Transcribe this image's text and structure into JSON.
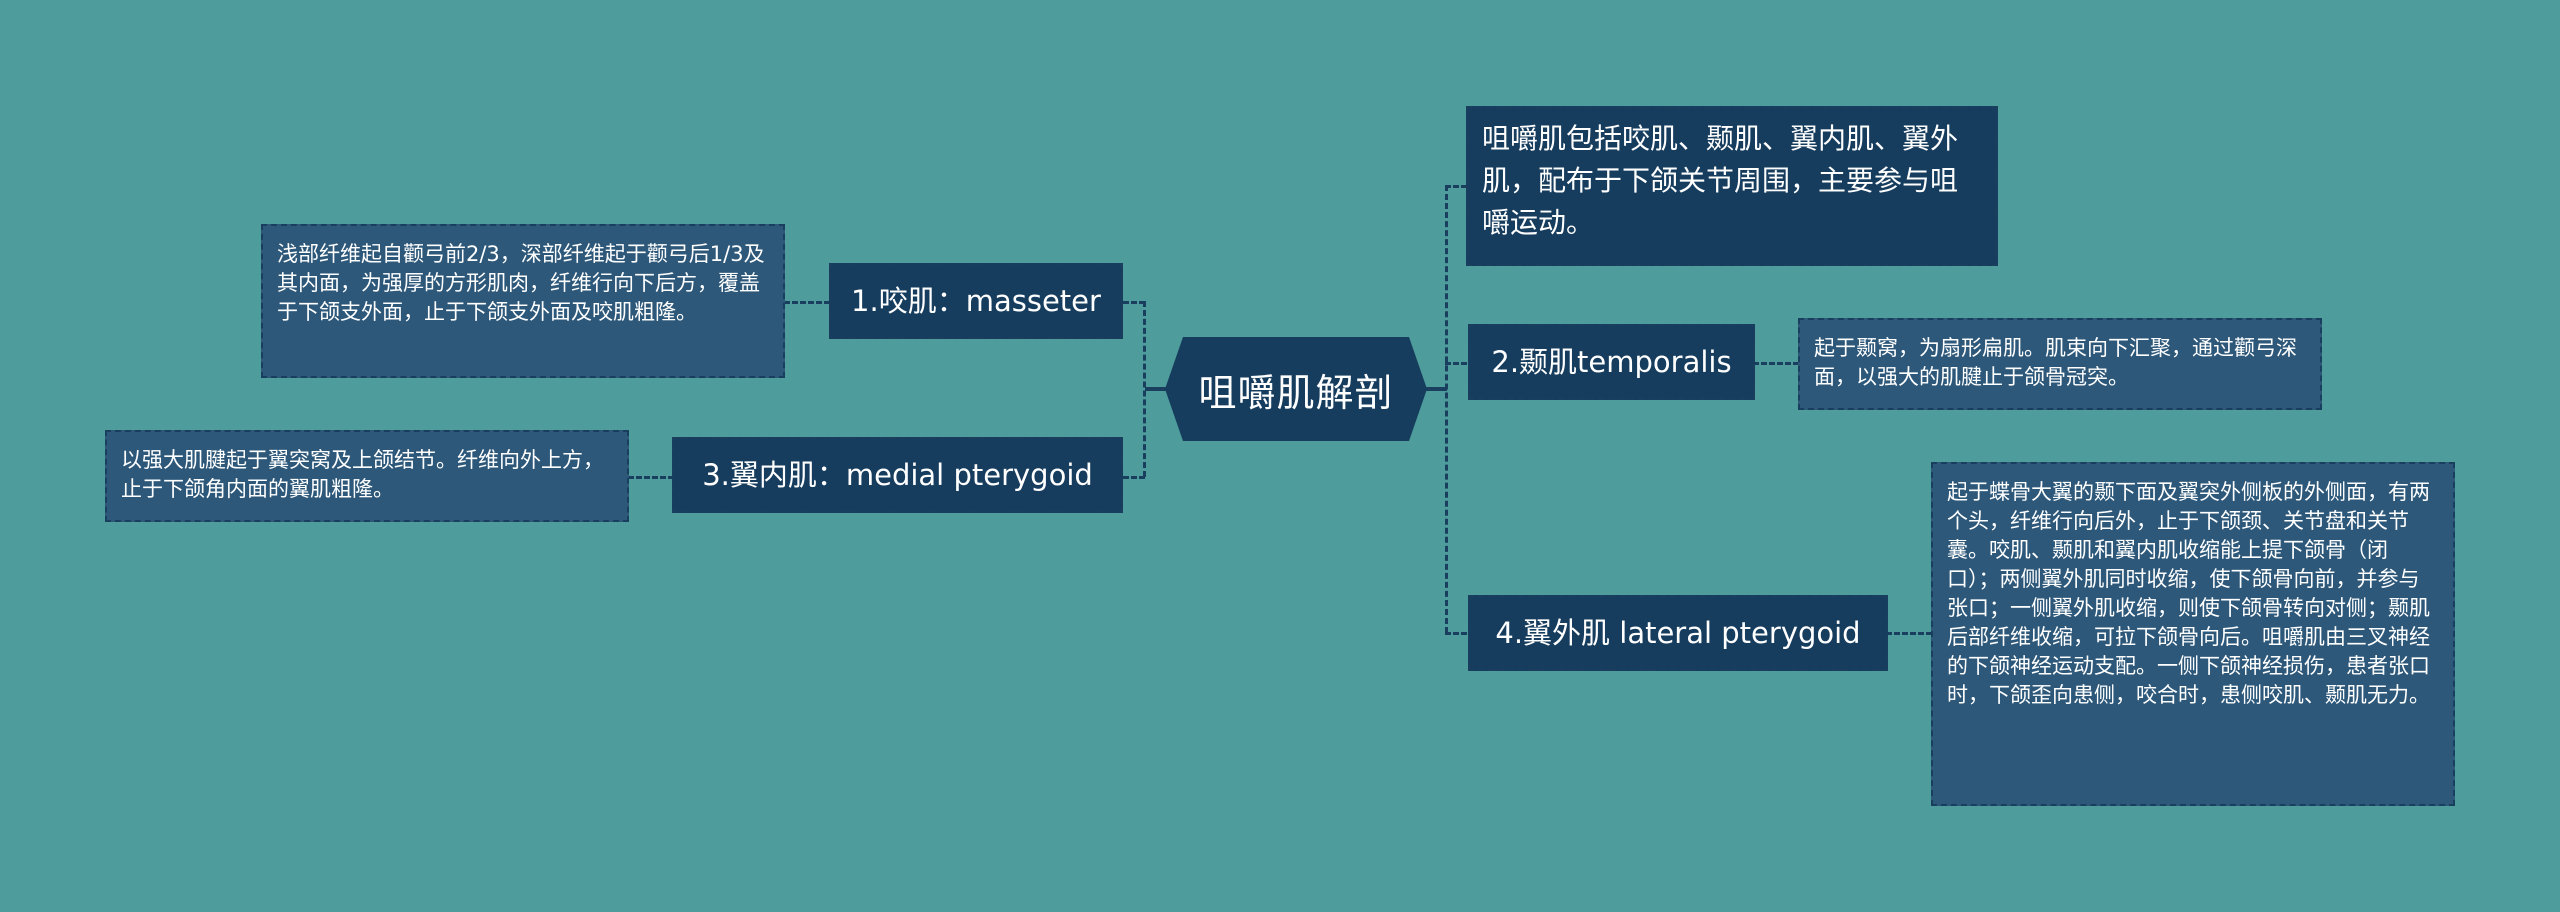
{
  "root": {
    "label": "咀嚼肌解剖"
  },
  "colors": {
    "background": "#4e9c9b",
    "node_dark": "#173d5e",
    "node_detail": "#2d587a",
    "connector": "#1a3f5e",
    "text": "#ffffff"
  },
  "left": {
    "branches": [
      {
        "label": "1.咬肌：masseter",
        "detail": "浅部纤维起自颧弓前2/3，深部纤维起于颧弓后1/3及其内面，为强厚的方形肌肉，纤维行向下后方，覆盖于下颌支外面，止于下颌支外面及咬肌粗隆。"
      },
      {
        "label": "3.翼内肌：medial pterygoid",
        "detail": "以强大肌腱起于翼突窝及上颌结节。纤维向外上方，止于下颌角内面的翼肌粗隆。"
      }
    ]
  },
  "right": {
    "summary": "咀嚼肌包括咬肌、颞肌、翼内肌、翼外肌，配布于下颌关节周围，主要参与咀嚼运动。",
    "branches": [
      {
        "label": "2.颞肌temporalis",
        "detail": "起于颞窝，为扇形扁肌。肌束向下汇聚，通过颧弓深面，以强大的肌腱止于颌骨冠突。"
      },
      {
        "label": "4.翼外肌 lateral pterygoid",
        "detail": "起于蝶骨大翼的颞下面及翼突外侧板的外侧面，有两个头，纤维行向后外，止于下颌颈、关节盘和关节囊。咬肌、颞肌和翼内肌收缩能上提下颌骨（闭口）；两侧翼外肌同时收缩，使下颌骨向前，并参与张口；一侧翼外肌收缩，则使下颌骨转向对侧；颞肌后部纤维收缩，可拉下颌骨向后。咀嚼肌由三叉神经的下颌神经运动支配。一侧下颌神经损伤，患者张口时，下颌歪向患侧，咬合时，患侧咬肌、颞肌无力。"
      }
    ]
  }
}
